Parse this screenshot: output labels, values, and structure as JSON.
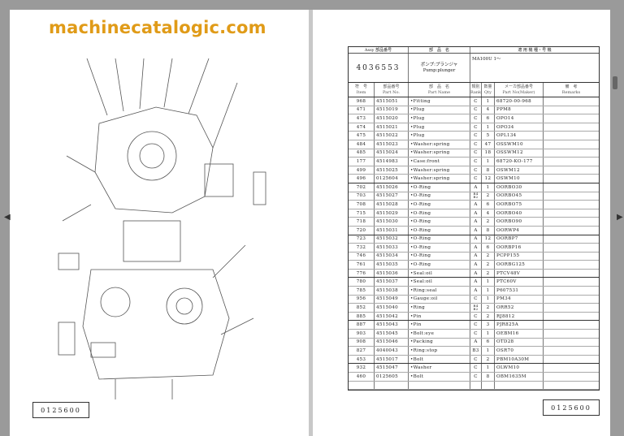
{
  "left_page": {
    "code": "0125600"
  },
  "right_page": {
    "code": "0125600"
  },
  "watermark": "machinecatalogic.com",
  "header": {
    "assy_label": "Assy 部品番号",
    "assy_no": "4036553",
    "name_label": "部　品　名",
    "name_jp": "ポンプ:プランジャ",
    "name_en": "Pump:plunger",
    "model_label": "適 用 機 種・号 機",
    "model": "MA100U 1〜"
  },
  "columns": [
    {
      "jp": "符　号",
      "en": "Item"
    },
    {
      "jp": "部品番号",
      "en": "Part No."
    },
    {
      "jp": "部　品　名",
      "en": "Part Name"
    },
    {
      "jp": "類別",
      "en": "Rank"
    },
    {
      "jp": "数量",
      "en": "Qty"
    },
    {
      "jp": "メーカ部品番号",
      "en": "Part No(Maker)"
    },
    {
      "jp": "備　考",
      "en": "Remarks"
    }
  ],
  "rows": [
    [
      "968",
      "4515051",
      "•Fitting",
      "C",
      "1",
      "68720-00-968"
    ],
    [
      "471",
      "4515019",
      "•Plug",
      "C",
      "4",
      "PPM8"
    ],
    [
      "473",
      "4515020",
      "•Plug",
      "C",
      "6",
      "OPO14"
    ],
    [
      "474",
      "4515021",
      "•Plug",
      "C",
      "1",
      "OPO34"
    ],
    [
      "475",
      "4515022",
      "•Plug",
      "C",
      "5",
      "OPL134"
    ],
    [
      "484",
      "4515023",
      "•Washer:spring",
      "C",
      "47",
      "OSSWM10"
    ],
    [
      "485",
      "4515024",
      "•Washer:spring",
      "C",
      "18",
      "OSSWM12"
    ],
    [
      "177",
      "4514983",
      "•Case:front",
      "C",
      "1",
      "68720-KO-177"
    ],
    [
      "499",
      "4515025",
      "•Washer:spring",
      "C",
      "8",
      "OSWM12"
    ],
    [
      "496",
      "0125604",
      "•Washer:spring",
      "C",
      "12",
      "OSWM10"
    ],
    [
      "702",
      "4515026",
      "•O-Ring",
      "A",
      "1",
      "OORBO30"
    ],
    [
      "703",
      "4515027",
      "•O-Ring",
      "B4 B2",
      "2",
      "OORBO45"
    ],
    [
      "708",
      "4515028",
      "•O-Ring",
      "A",
      "6",
      "OORBO75"
    ],
    [
      "715",
      "4515029",
      "•O-Ring",
      "A",
      "4",
      "OORBO40"
    ],
    [
      "718",
      "4515030",
      "•O-Ring",
      "A",
      "2",
      "OORBO90"
    ],
    [
      "720",
      "4515031",
      "•O-Ring",
      "A",
      "8",
      "OORWP4"
    ],
    [
      "723",
      "4515032",
      "•O-Ring",
      "A",
      "12",
      "OORBP7"
    ],
    [
      "732",
      "4515033",
      "•O-Ring",
      "A",
      "6",
      "OORBP16"
    ],
    [
      "746",
      "4515034",
      "•O-Ring",
      "A",
      "2",
      "PCPP155"
    ],
    [
      "761",
      "4515035",
      "•O-Ring",
      "A",
      "2",
      "OORBG125"
    ],
    [
      "776",
      "4515036",
      "•Seal:oil",
      "A",
      "2",
      "PTCV48V"
    ],
    [
      "780",
      "4515037",
      "•Seal:oil",
      "A",
      "1",
      "PTC60V"
    ],
    [
      "785",
      "4515038",
      "•Ring:seal",
      "A",
      "1",
      "P607531"
    ],
    [
      "956",
      "4515049",
      "•Gauge:oil",
      "C",
      "1",
      "PM34"
    ],
    [
      "852",
      "4515040",
      "•Ring",
      "B4 B2",
      "2",
      "ORR52"
    ],
    [
      "885",
      "4515042",
      "•Pin",
      "C",
      "2",
      "RJ8812"
    ],
    [
      "887",
      "4515043",
      "•Pin",
      "C",
      "3",
      "PJR825A"
    ],
    [
      "903",
      "4515045",
      "•Bolt:eye",
      "C",
      "1",
      "OEBM16"
    ],
    [
      "908",
      "4515046",
      "•Packing",
      "A",
      "6",
      "OTD28"
    ],
    [
      "827",
      "4040043",
      "•Ring:stop",
      "B3",
      "1",
      "OSR70"
    ],
    [
      "453",
      "4515017",
      "•Bolt",
      "C",
      "2",
      "PBM10A30M"
    ],
    [
      "932",
      "4515047",
      "•Washer",
      "C",
      "1",
      "OLWM10"
    ],
    [
      "460",
      "0125605",
      "•Bolt",
      "C",
      "8",
      "OBM1635M"
    ],
    [
      "",
      "",
      "",
      "",
      "",
      ""
    ]
  ],
  "nav": {
    "prev_icon": "chevron-left-icon",
    "next_icon": "chevron-right-icon"
  }
}
